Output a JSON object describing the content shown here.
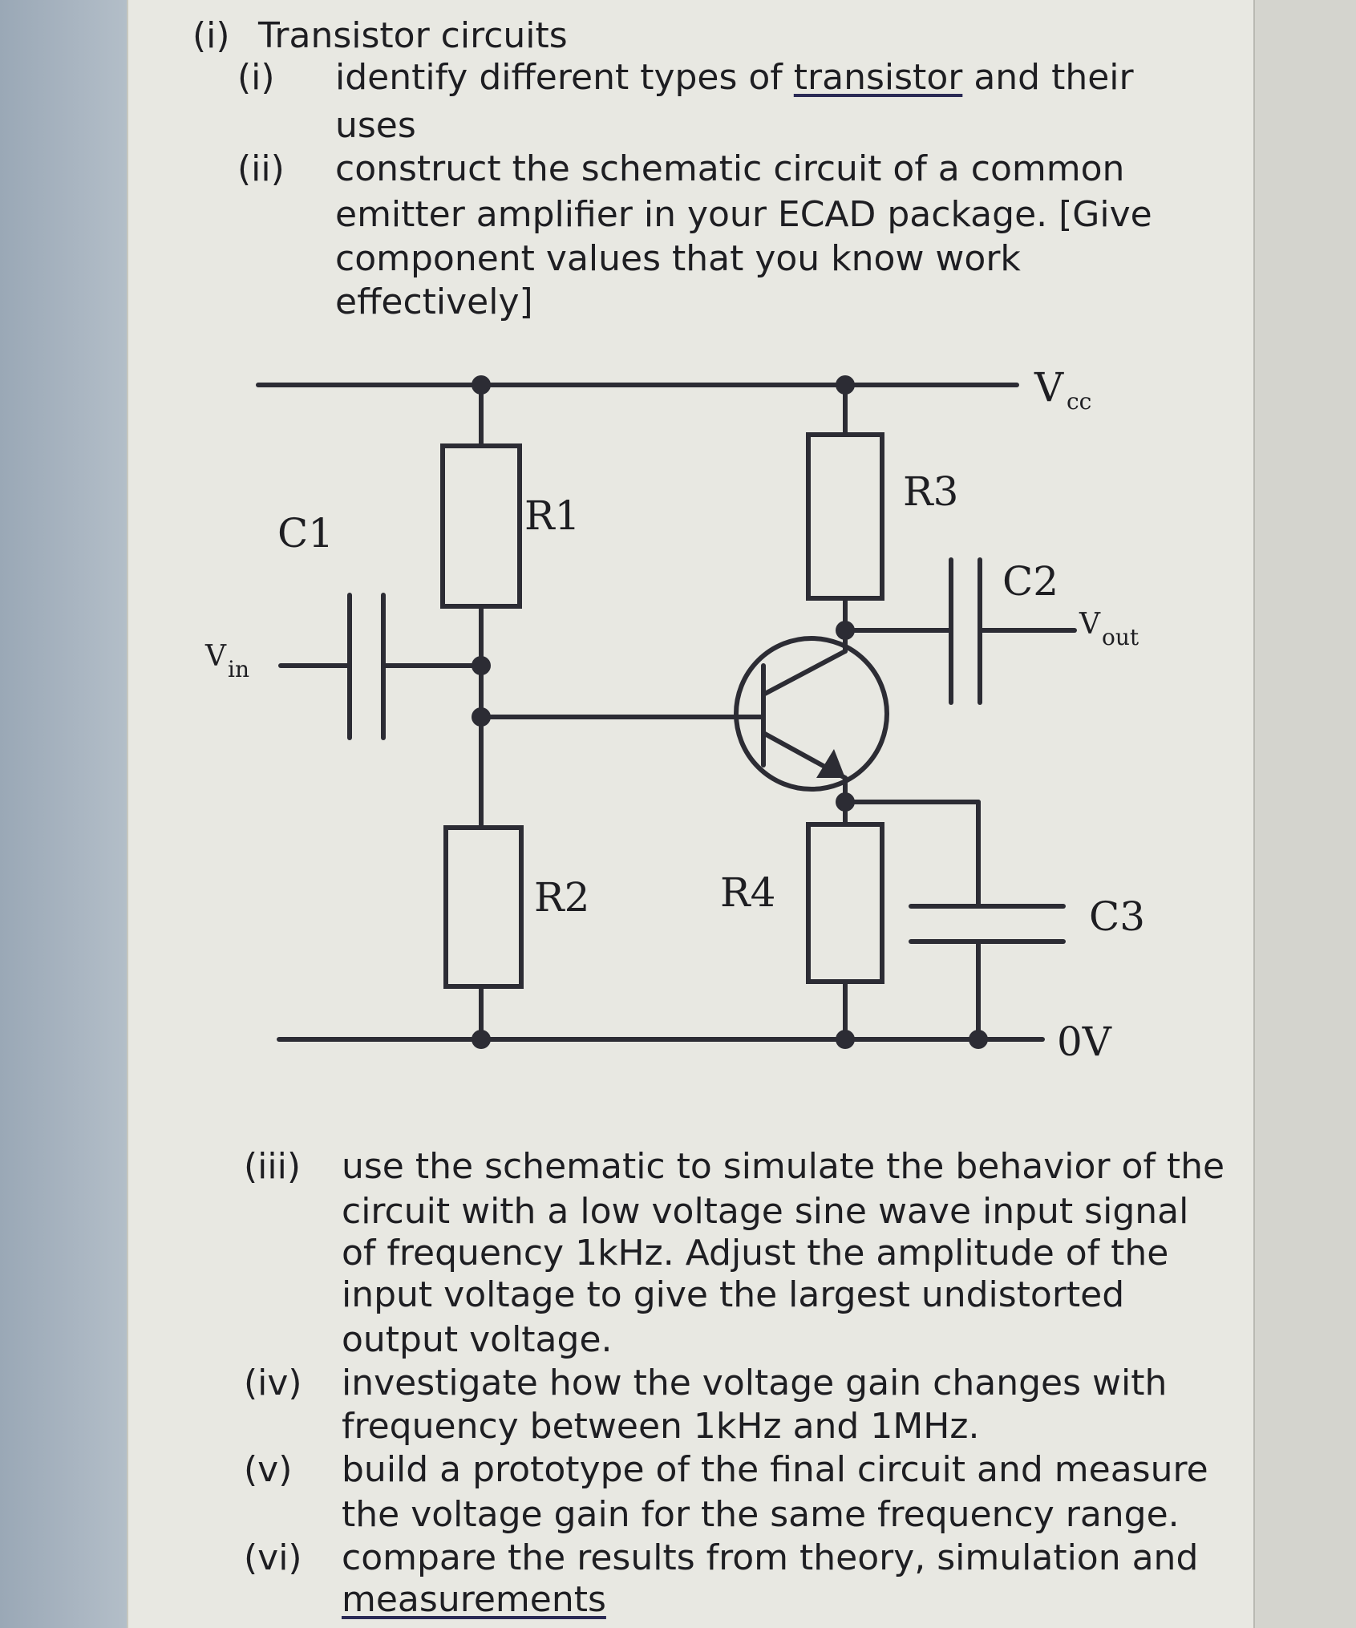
{
  "heading": {
    "number": "(i)",
    "title": "Transistor circuits"
  },
  "items": [
    {
      "num": "(i)",
      "lines": [
        "identify different types of ",
        "transistor",
        " and their",
        "uses"
      ]
    },
    {
      "num": "(ii)",
      "lines": [
        "construct the schematic circuit of a common",
        "emitter amplifier in your ECAD package. [Give",
        "component values that you know work",
        "effectively]"
      ]
    },
    {
      "num": "(iii)",
      "lines": [
        "use the schematic to simulate the behavior of the",
        "circuit with a low voltage sine wave input signal",
        "of frequency 1kHz. Adjust the amplitude of the",
        "input voltage to give the largest undistorted",
        "output voltage."
      ]
    },
    {
      "num": "(iv)",
      "lines": [
        "investigate how the voltage gain changes with",
        "frequency between 1kHz and 1MHz."
      ]
    },
    {
      "num": "(v)",
      "lines": [
        "build a prototype of the final circuit and measure",
        "the voltage gain for the same frequency range."
      ]
    },
    {
      "num": "(vi)",
      "lines": [
        "compare the results from theory, simulation and",
        "measurements"
      ]
    }
  ],
  "circuit": {
    "labels": {
      "vcc_main": "V",
      "vcc_sub": "cc",
      "vin_main": "V",
      "vin_sub": "in",
      "vout_main": "V",
      "vout_sub": "out",
      "r1": "R1",
      "r2": "R2",
      "r3": "R3",
      "r4": "R4",
      "c1": "C1",
      "c2": "C2",
      "c3": "C3",
      "ground": "0V"
    }
  }
}
